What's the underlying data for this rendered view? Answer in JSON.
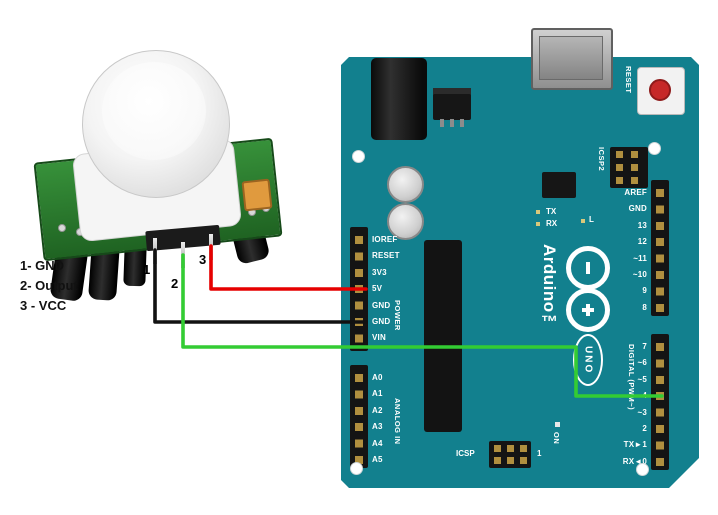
{
  "sensor": {
    "pin_numbers": [
      "1",
      "2",
      "3"
    ],
    "legend": [
      "1- GND",
      "2- Output",
      "3 - VCC"
    ]
  },
  "arduino": {
    "brand": "Arduino™",
    "model": "UNO",
    "labels": {
      "reset": "RESET",
      "icsp2": "ICSP2",
      "icsp": "ICSP",
      "icsp_pin1": "1",
      "on": "ON",
      "tx": "TX",
      "rx": "RX",
      "l": "L",
      "power": "POWER",
      "analog": "ANALOG IN",
      "digital": "DIGITAL (PWM~)"
    },
    "power_pins": [
      "IOREF",
      "RESET",
      "3V3",
      "5V",
      "GND",
      "GND",
      "VIN"
    ],
    "analog_pins": [
      "A0",
      "A1",
      "A2",
      "A3",
      "A4",
      "A5"
    ],
    "digital_pins_top": [
      "AREF",
      "GND",
      "13",
      "12",
      "~11",
      "~10",
      "9",
      "8"
    ],
    "digital_pins_bottom": [
      "7",
      "~6",
      "~5",
      "4",
      "~3",
      "2",
      "TX►1",
      "RX◄0"
    ]
  },
  "wires": {
    "vcc": {
      "color": "#e60000",
      "to": "5V"
    },
    "gnd": {
      "color": "#121212",
      "to": "GND"
    },
    "signal": {
      "color": "#33cc33",
      "to": "4"
    }
  }
}
